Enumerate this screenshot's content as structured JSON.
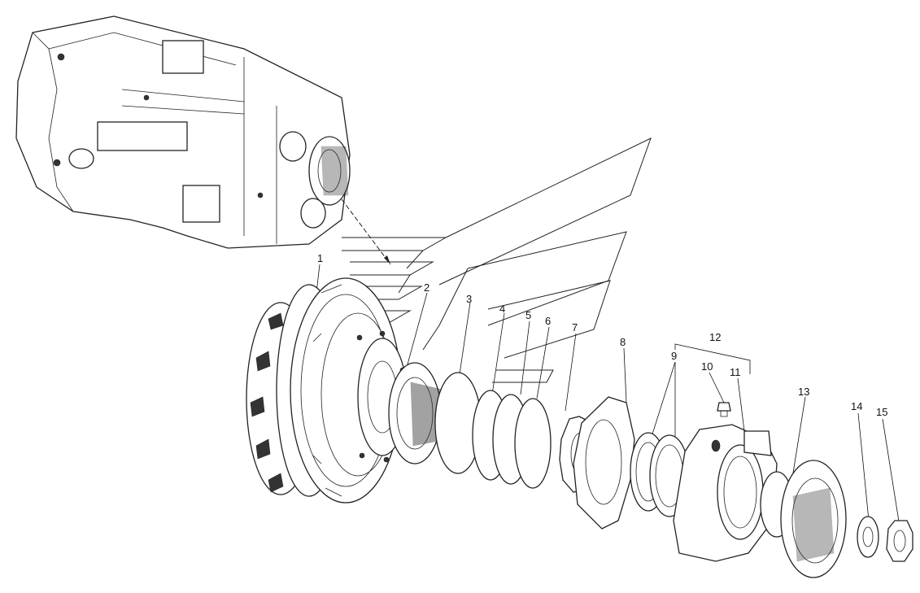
{
  "diagram": {
    "callouts": [
      "1",
      "2",
      "3",
      "4",
      "5",
      "6",
      "7",
      "8",
      "9",
      "10",
      "11",
      "12",
      "13",
      "14",
      "15"
    ]
  },
  "colors": {
    "line": "#222222",
    "background": "#ffffff"
  }
}
